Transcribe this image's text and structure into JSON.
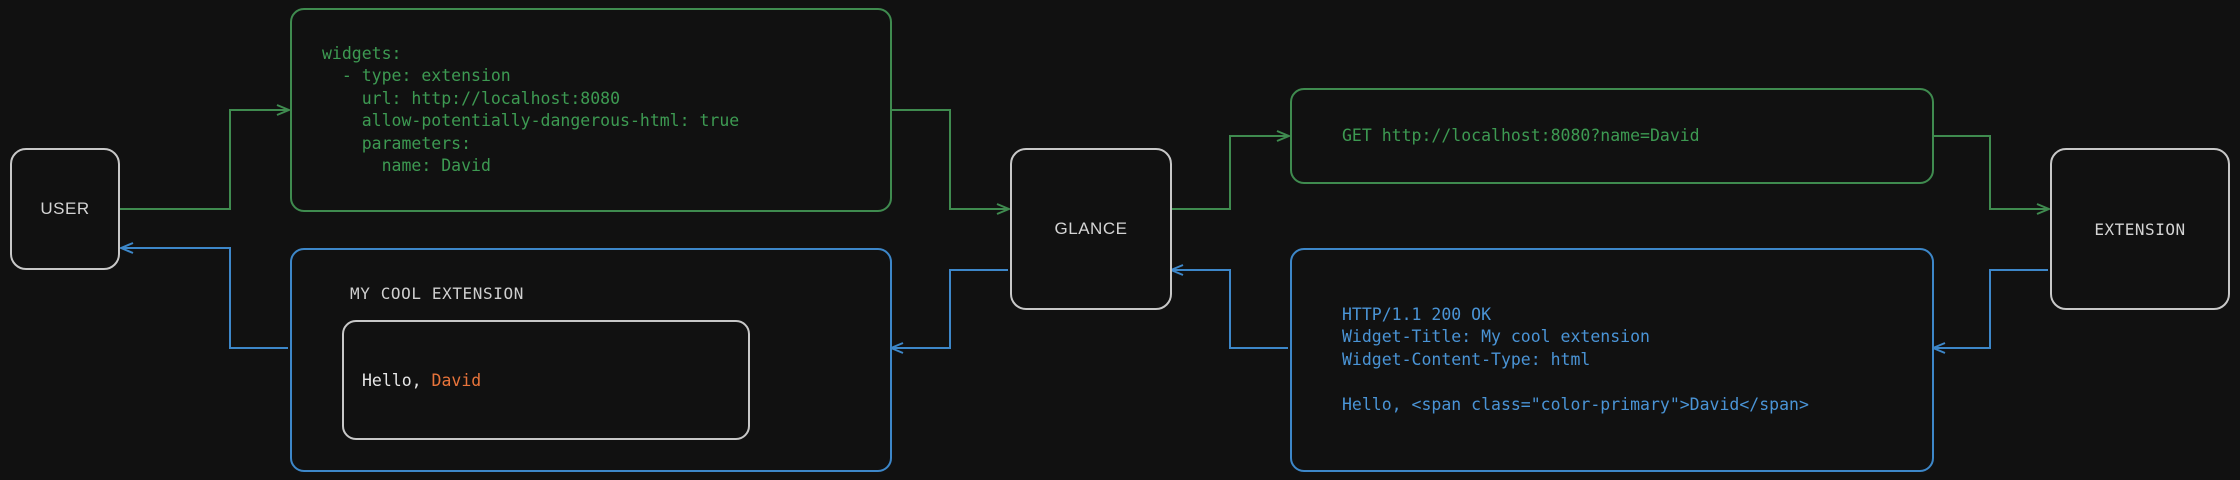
{
  "diagram": {
    "title": "Glance extension widget request flow",
    "background": "#111111",
    "colors": {
      "node_border": "#c8c8c8",
      "node_text": "#d4d4d4",
      "request_green": "#3f8b4f",
      "request_green_text": "#3d9a52",
      "response_blue": "#3d87c9",
      "response_blue_text": "#4a94d6",
      "accent_orange": "#e8743b",
      "widget_text": "#e6e6e6"
    }
  },
  "nodes": {
    "user": {
      "label": "USER"
    },
    "glance": {
      "label": "GLANCE"
    },
    "extension": {
      "label": "EXTENSION"
    }
  },
  "messages": {
    "config_yaml": {
      "kind": "request",
      "text": "widgets:\n  - type: extension\n    url: http://localhost:8080\n    allow-potentially-dangerous-html: true\n    parameters:\n      name: David"
    },
    "http_request": {
      "kind": "request",
      "text": "GET http://localhost:8080?name=David"
    },
    "http_response": {
      "kind": "response",
      "text": "HTTP/1.1 200 OK\nWidget-Title: My cool extension\nWidget-Content-Type: html\n\nHello, <span class=\"color-primary\">David</span>"
    },
    "rendered_widget": {
      "kind": "response",
      "title": "MY COOL EXTENSION",
      "body_prefix": "Hello, ",
      "body_accent": "David"
    }
  }
}
